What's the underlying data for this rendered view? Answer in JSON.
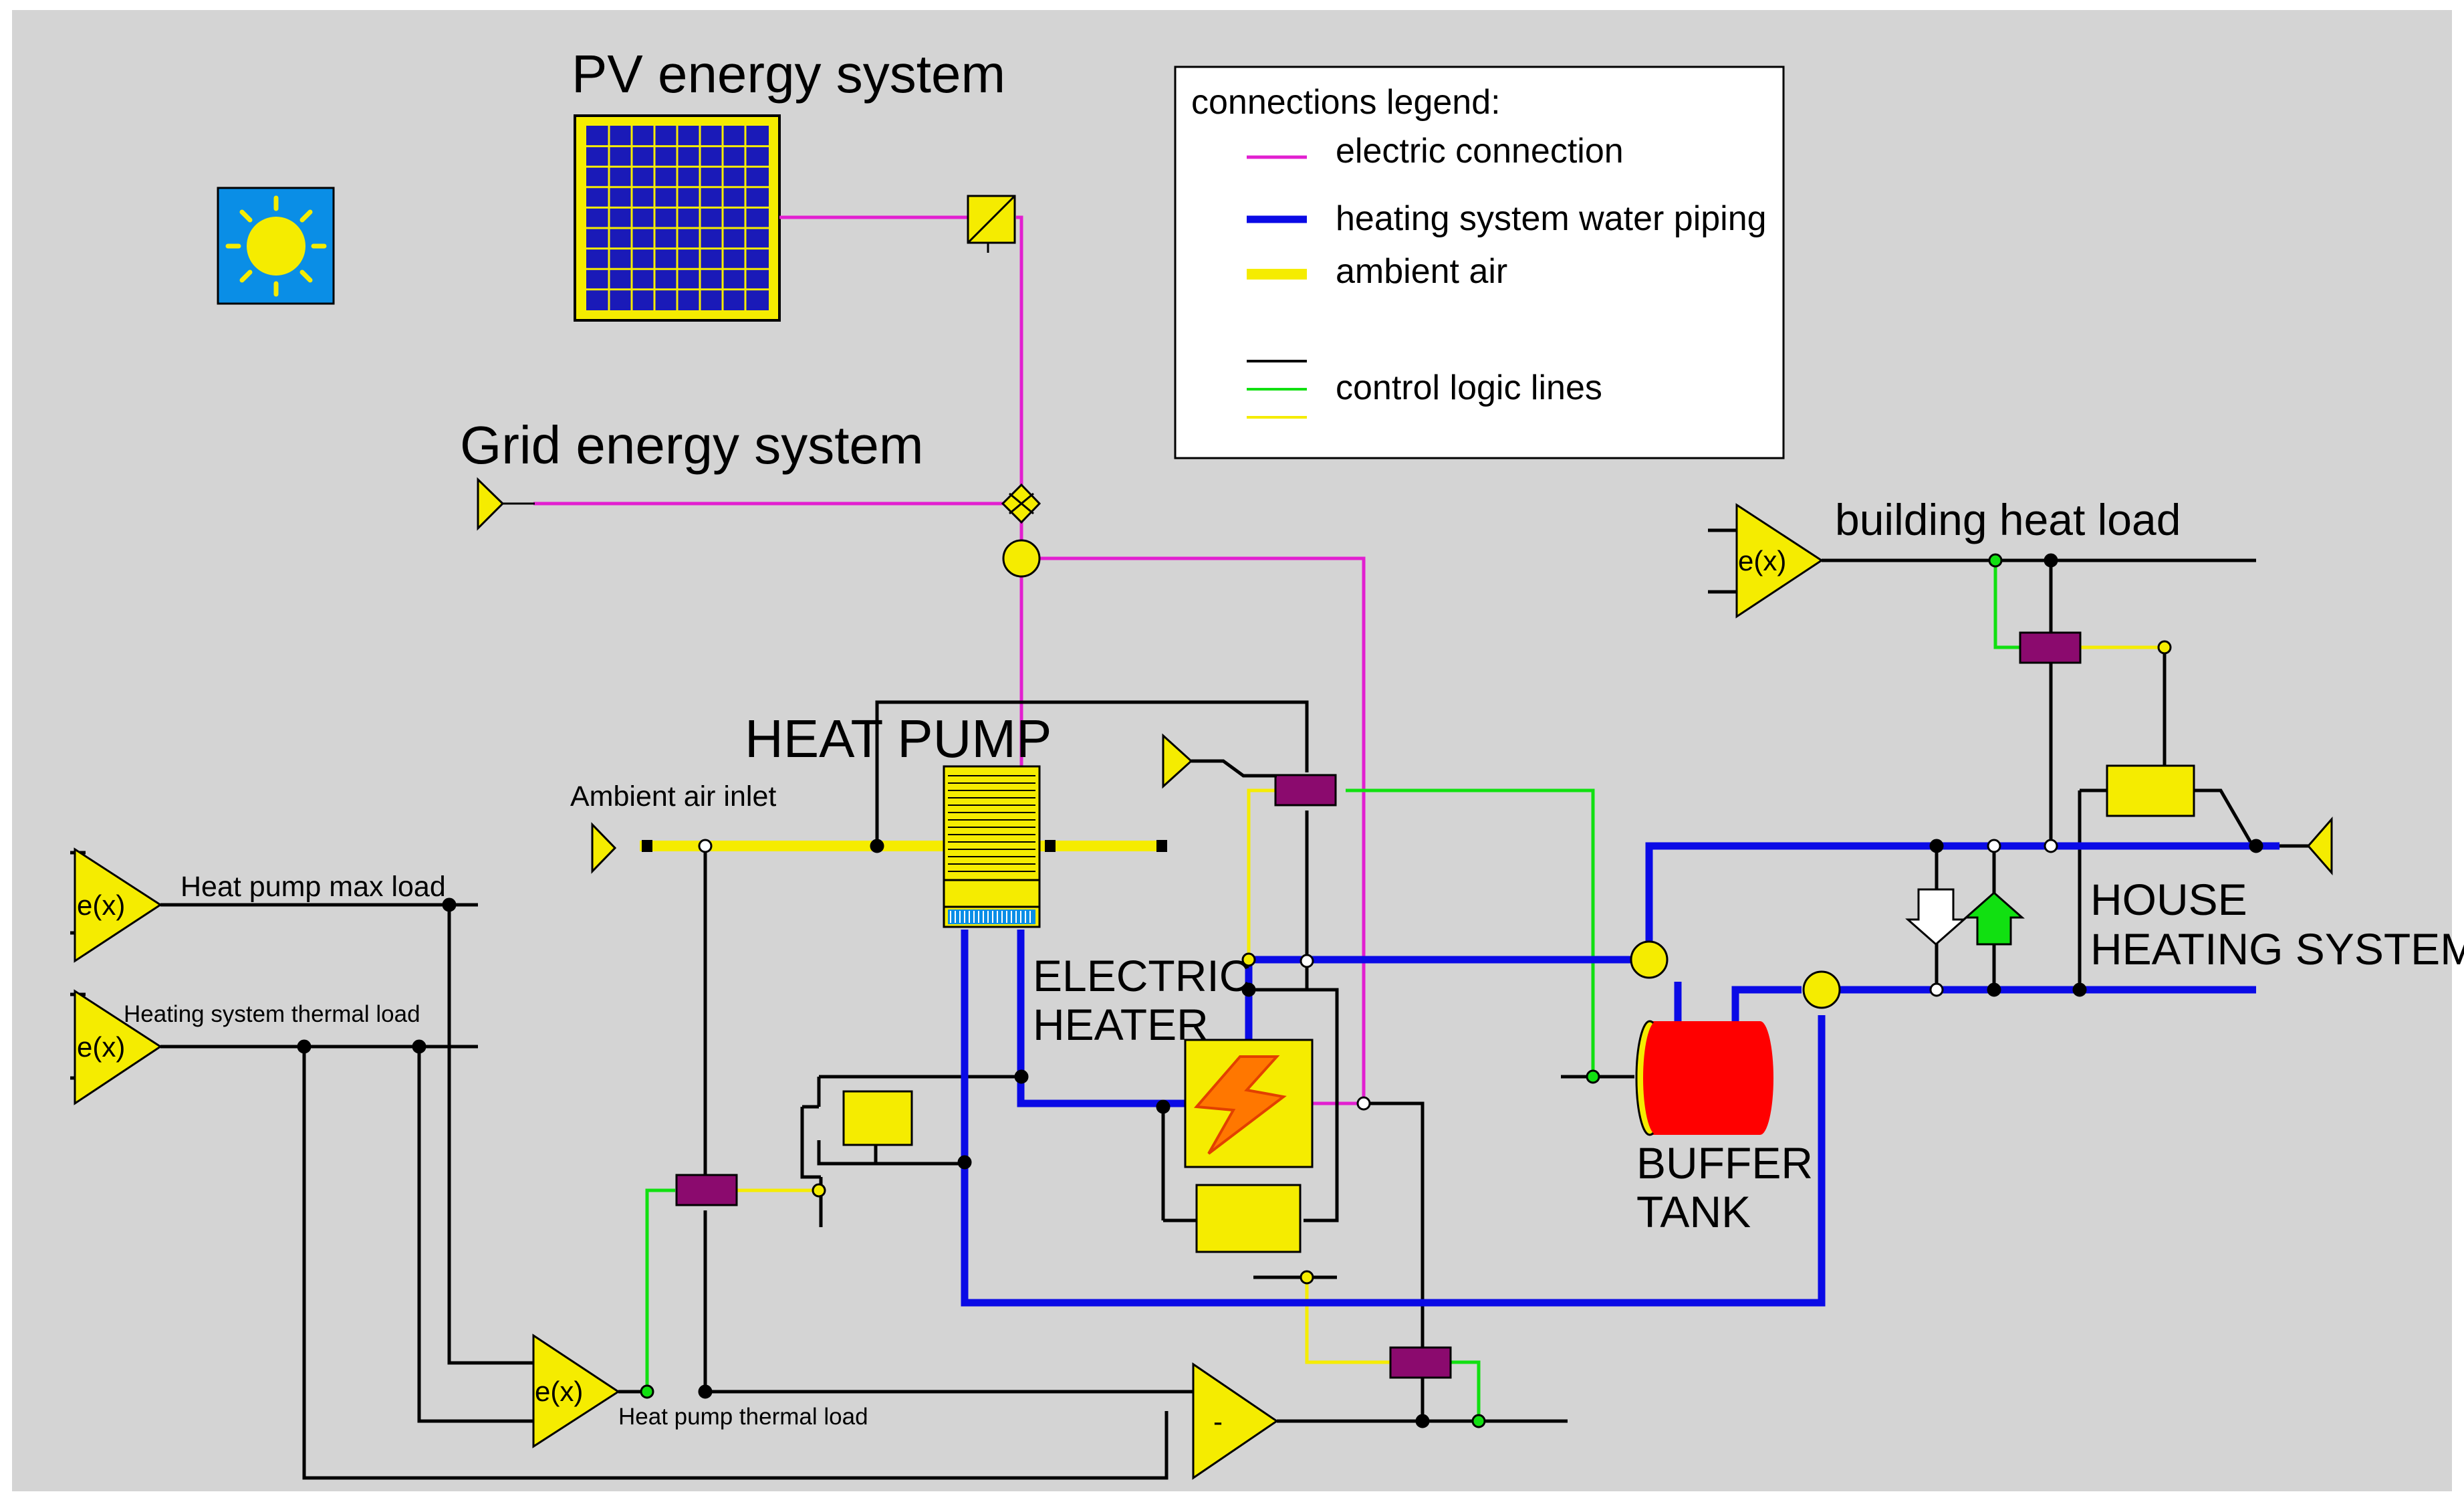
{
  "titles": {
    "pv": "PV energy system",
    "grid": "Grid energy system",
    "heat_pump": "HEAT PUMP",
    "electric_heater_1": "ELECTRIC",
    "electric_heater_2": "HEATER",
    "buffer_tank_1": "BUFFER",
    "buffer_tank_2": "TANK",
    "house_1": "HOUSE",
    "house_2": "HEATING SYSTEM",
    "building_heat_load": "building heat load",
    "ambient_air_inlet": "Ambient air inlet"
  },
  "legend": {
    "title": "connections legend:",
    "electric": "electric connection",
    "water": "heating system water piping",
    "air": "ambient air",
    "control": "control logic lines"
  },
  "blocks": {
    "hp_max_load": "Heat pump max load",
    "thermal_load": "Heating system thermal load",
    "hp_thermal_load": "Heat pump thermal load",
    "func": "e(x)",
    "minus": "-"
  },
  "colors": {
    "background": "#d4d4d4",
    "electric": "#e21fd0",
    "water": "#0a0ae6",
    "air": "#f5ec00",
    "control_green": "#11e011",
    "control_black": "#000000",
    "component_yellow": "#ffff00",
    "valve_purple": "#8b0a6e",
    "tank_red": "#ff0000",
    "sun_blue": "#0a8ee6"
  }
}
